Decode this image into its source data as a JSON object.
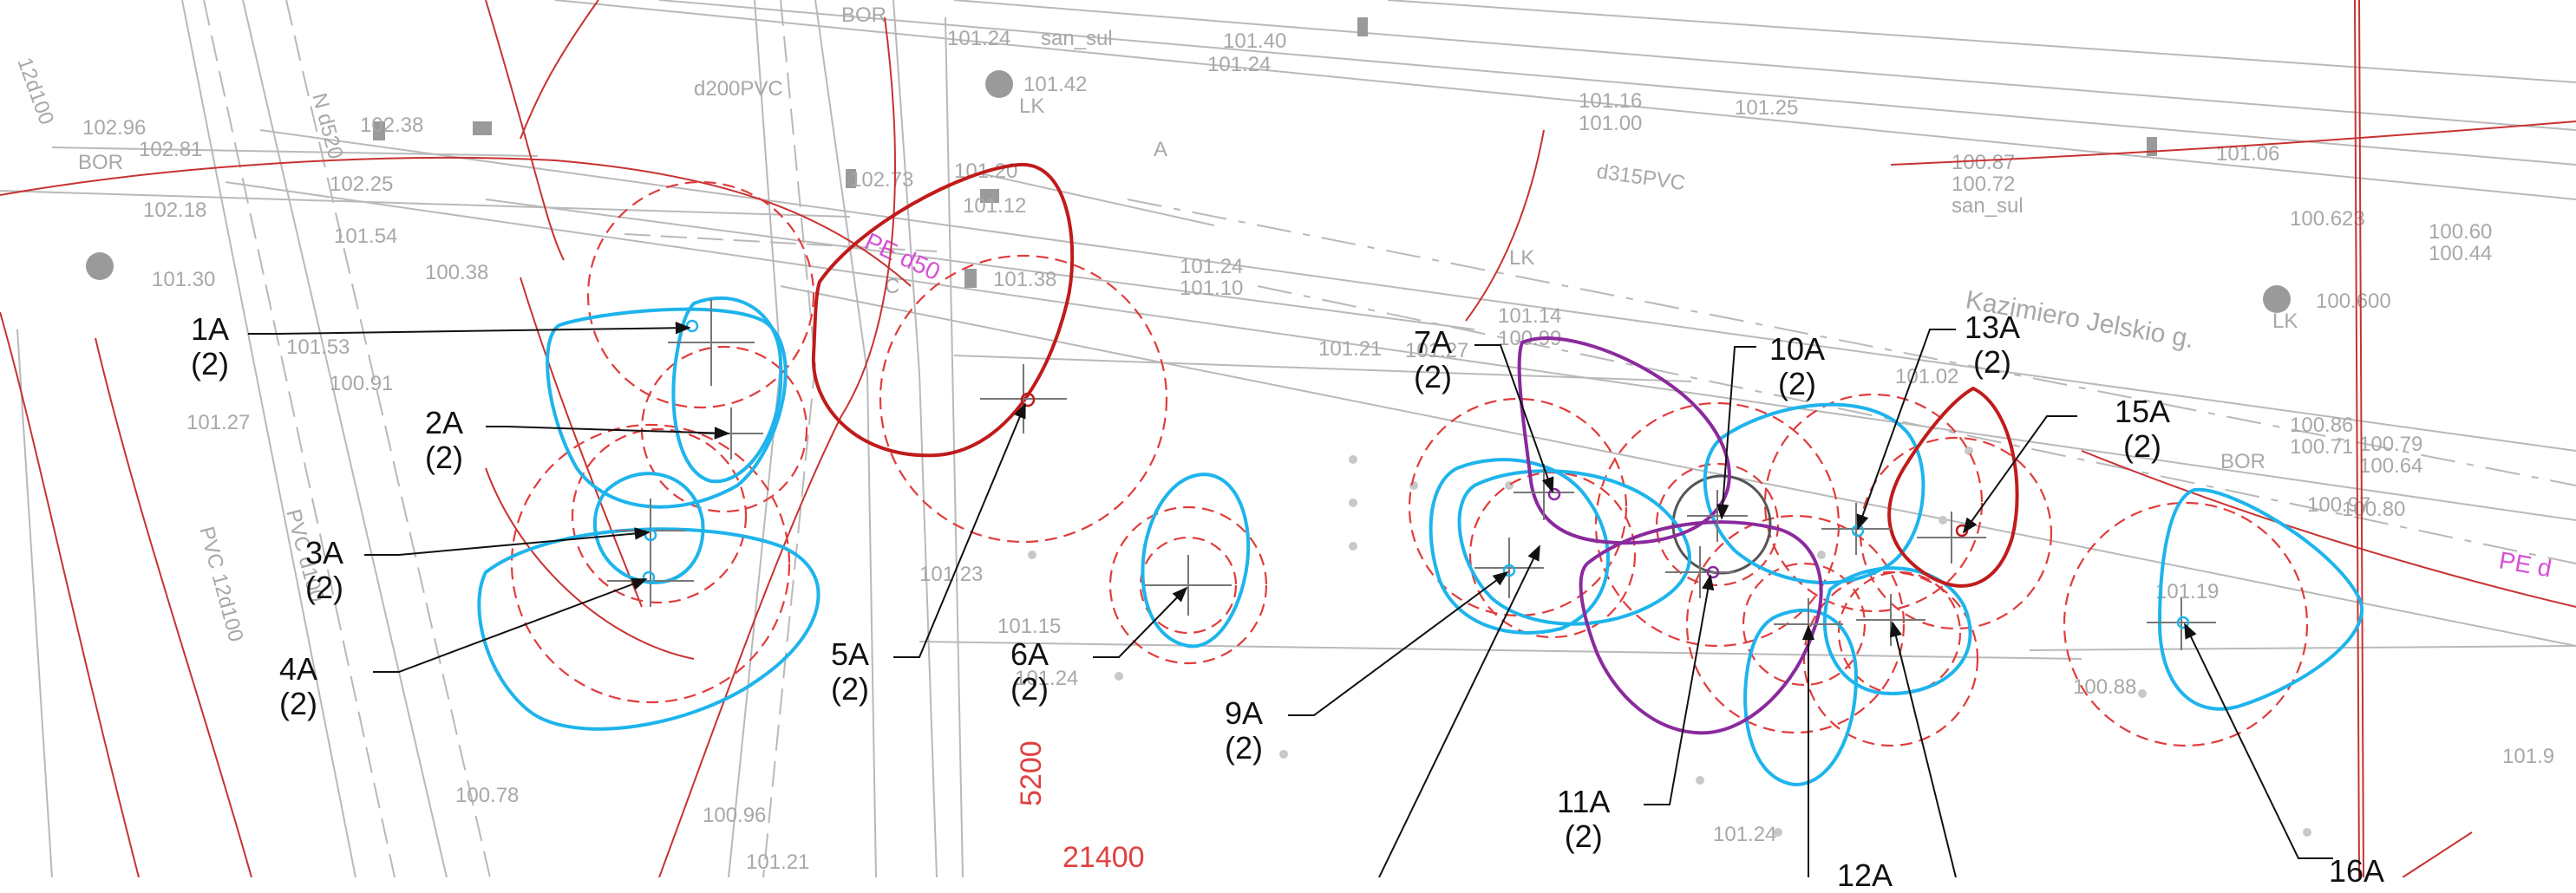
{
  "colors": {
    "group_blue": "#1eb4ec",
    "group_red": "#c01b1b",
    "group_purple": "#8a2a9c",
    "buffer_dashed": "#e03c3c",
    "contour": "#c83232",
    "base_gray": "#a8a8a8",
    "leader": "#111111",
    "annotation_pink": "#d64fd6"
  },
  "callouts": [
    {
      "id": "1A",
      "count": "(2)"
    },
    {
      "id": "2A",
      "count": "(2)"
    },
    {
      "id": "3A",
      "count": "(2)"
    },
    {
      "id": "4A",
      "count": "(2)"
    },
    {
      "id": "5A",
      "count": "(2)"
    },
    {
      "id": "6A",
      "count": "(2)"
    },
    {
      "id": "7A",
      "count": "(2)"
    },
    {
      "id": "9A",
      "count": "(2)"
    },
    {
      "id": "10A",
      "count": "(2)"
    },
    {
      "id": "11A",
      "count": "(2)"
    },
    {
      "id": "12A",
      "count": ""
    },
    {
      "id": "13A",
      "count": "(2)"
    },
    {
      "id": "15A",
      "count": "(2)"
    },
    {
      "id": "16A",
      "count": ""
    }
  ],
  "annotations": {
    "pipes": [
      "d200PVC",
      "d315PVC",
      "PE d50",
      "PE d",
      "PVC 12d100",
      "12d100",
      "N d520",
      "PVC d100"
    ],
    "street": "Kazimiero Jelskio g.",
    "map_labels": [
      "BOR",
      "BOR",
      "LK",
      "LK",
      "LK",
      "BOR",
      "A",
      "C",
      "san_sul",
      "san_sul"
    ],
    "elevations": [
      "100.96",
      "102.81",
      "102.18",
      "101.30",
      "101.54",
      "100.38",
      "101.53",
      "100.91",
      "101.27",
      "101.27",
      "100.78",
      "101.21",
      "101.24",
      "101.42",
      "101.40",
      "101.24",
      "101.16",
      "101.00",
      "101.25",
      "101.12",
      "101.24",
      "101.10",
      "101.14",
      "100.99",
      "101.21",
      "101.23",
      "101.15",
      "101.02",
      "100.86",
      "100.71",
      "100.79",
      "100.64",
      "100.97",
      "100.80",
      "100.60",
      "100.44",
      "101.06",
      "100.87",
      "100.72",
      "100.623",
      "100.600",
      "101.19",
      "100.88",
      "101.24",
      "101.9",
      "102.38",
      "102.96",
      "102.25",
      "102.73",
      "101.38",
      "101.20"
    ],
    "sheet_marks": [
      "5200",
      "21400"
    ]
  }
}
